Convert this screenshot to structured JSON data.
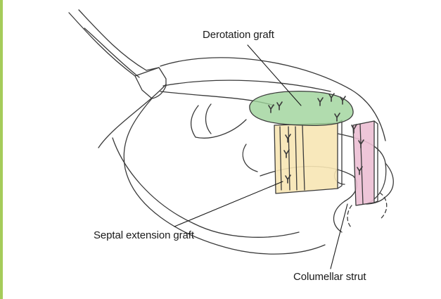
{
  "labels": {
    "derotation": "Derotation graft",
    "septal_extension": "Septal extension graft",
    "columellar_strut": "Columellar strut"
  },
  "colors": {
    "accent_rule": "#a5cc5a",
    "line": "#3a3a3a",
    "derotation_fill": "#9ed39a",
    "septal_fill": "#f7e6b4",
    "columellar_fill": "#ecbfd4"
  },
  "icons": {
    "suture": "y-shaped suture mark",
    "instrument": "nasal retractor"
  }
}
